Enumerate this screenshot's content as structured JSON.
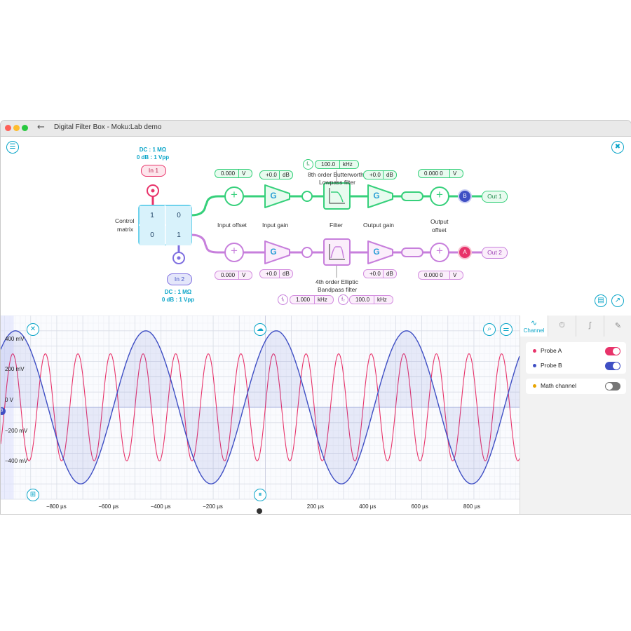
{
  "window": {
    "title": "Digital Filter Box - Moku:Lab demo"
  },
  "inputs": {
    "in1": {
      "label": "In 1",
      "coupling": "DC : 1 MΩ",
      "range": "0 dB : 1 Vpp"
    },
    "in2": {
      "label": "In 2",
      "coupling": "DC : 1 MΩ",
      "range": "0 dB : 1 Vpp"
    }
  },
  "control_matrix": {
    "label_line1": "Control",
    "label_line2": "matrix",
    "cells": [
      "1",
      "0",
      "0",
      "1"
    ]
  },
  "stage_labels": {
    "input_offset": "Input offset",
    "input_gain": "Input gain",
    "filter": "Filter",
    "output_gain": "Output gain",
    "output_offset_line1": "Output",
    "output_offset_line2": "offset"
  },
  "channel1": {
    "input_offset": {
      "value": "0.000",
      "unit": "V"
    },
    "input_gain": {
      "value": "+0.0",
      "unit": "dB"
    },
    "filter_freq": {
      "symbol": "fₛ",
      "value": "100.0",
      "unit": "kHz"
    },
    "filter_desc_line1": "8th order Butterworth",
    "filter_desc_line2": "Lowpass filter",
    "output_gain": {
      "value": "+0.0",
      "unit": "dB"
    },
    "output_offset": {
      "value": "0.000 0",
      "unit": "V"
    },
    "probe": "B",
    "output": "Out 1",
    "gain_symbol": "G",
    "sum_symbol": "+"
  },
  "channel2": {
    "input_offset": {
      "value": "0.000",
      "unit": "V"
    },
    "input_gain": {
      "value": "+0.0",
      "unit": "dB"
    },
    "filter_f1": {
      "symbol": "f₁",
      "value": "1.000",
      "unit": "kHz"
    },
    "filter_f2": {
      "symbol": "f₂",
      "value": "100.0",
      "unit": "kHz"
    },
    "filter_desc_line1": "4th order Elliptic",
    "filter_desc_line2": "Bandpass filter",
    "output_gain": {
      "value": "+0.0",
      "unit": "dB"
    },
    "output_offset": {
      "value": "0.000 0",
      "unit": "V"
    },
    "probe": "A",
    "output": "Out 2",
    "gain_symbol": "G",
    "sum_symbol": "+"
  },
  "icons": {
    "menu": "☰",
    "settings": "✖",
    "cloud": "☁",
    "zoom": "⌕",
    "tune": "⚌",
    "grid": "⊞",
    "pause": "⏸",
    "close": "✕",
    "export": "▤",
    "chart": "↗",
    "back": "←"
  },
  "scope": {
    "marker_b": "B",
    "y_ticks": [
      "400 mV",
      "200 mV",
      "0 V",
      "−200 mV",
      "−400 mV"
    ],
    "x_ticks": [
      "−800 µs",
      "−600 µs",
      "−400 µs",
      "−200 µs",
      "200 µs",
      "400 µs",
      "600 µs",
      "800 µs"
    ]
  },
  "chart_data": {
    "type": "line",
    "xlabel": "",
    "ylabel": "",
    "xlim": [
      -1015,
      975
    ],
    "ylim": [
      -0.6,
      0.6
    ],
    "x_unit": "µs",
    "y_unit": "V",
    "grid": true,
    "series": [
      {
        "name": "Probe A",
        "color": "#e8336a",
        "waveform": "sine",
        "amplitude": 0.35,
        "frequency_khz": 8.0,
        "phase_deg": 0
      },
      {
        "name": "Probe B",
        "color": "#3f4fc4",
        "waveform": "sine",
        "amplitude": 0.5,
        "frequency_khz": 2.0,
        "phase_deg": 60
      }
    ]
  },
  "panel": {
    "tabs": [
      {
        "icon": "∿",
        "label": "Channel"
      },
      {
        "icon": "⏱",
        "label": ""
      },
      {
        "icon": "∫",
        "label": ""
      },
      {
        "icon": "✎",
        "label": ""
      }
    ],
    "probe_a": {
      "label": "Probe A",
      "color": "#e8336a",
      "enabled": true
    },
    "probe_b": {
      "label": "Probe B",
      "color": "#3f4fc4",
      "enabled": true
    },
    "math": {
      "label": "Math channel",
      "color": "#e8a400",
      "enabled": false
    }
  },
  "colors": {
    "accent": "#0aa5c8",
    "green": "#36d07b",
    "purple": "#c77fdc",
    "in1": "#e8336a",
    "in2": "#3f4fc4"
  }
}
